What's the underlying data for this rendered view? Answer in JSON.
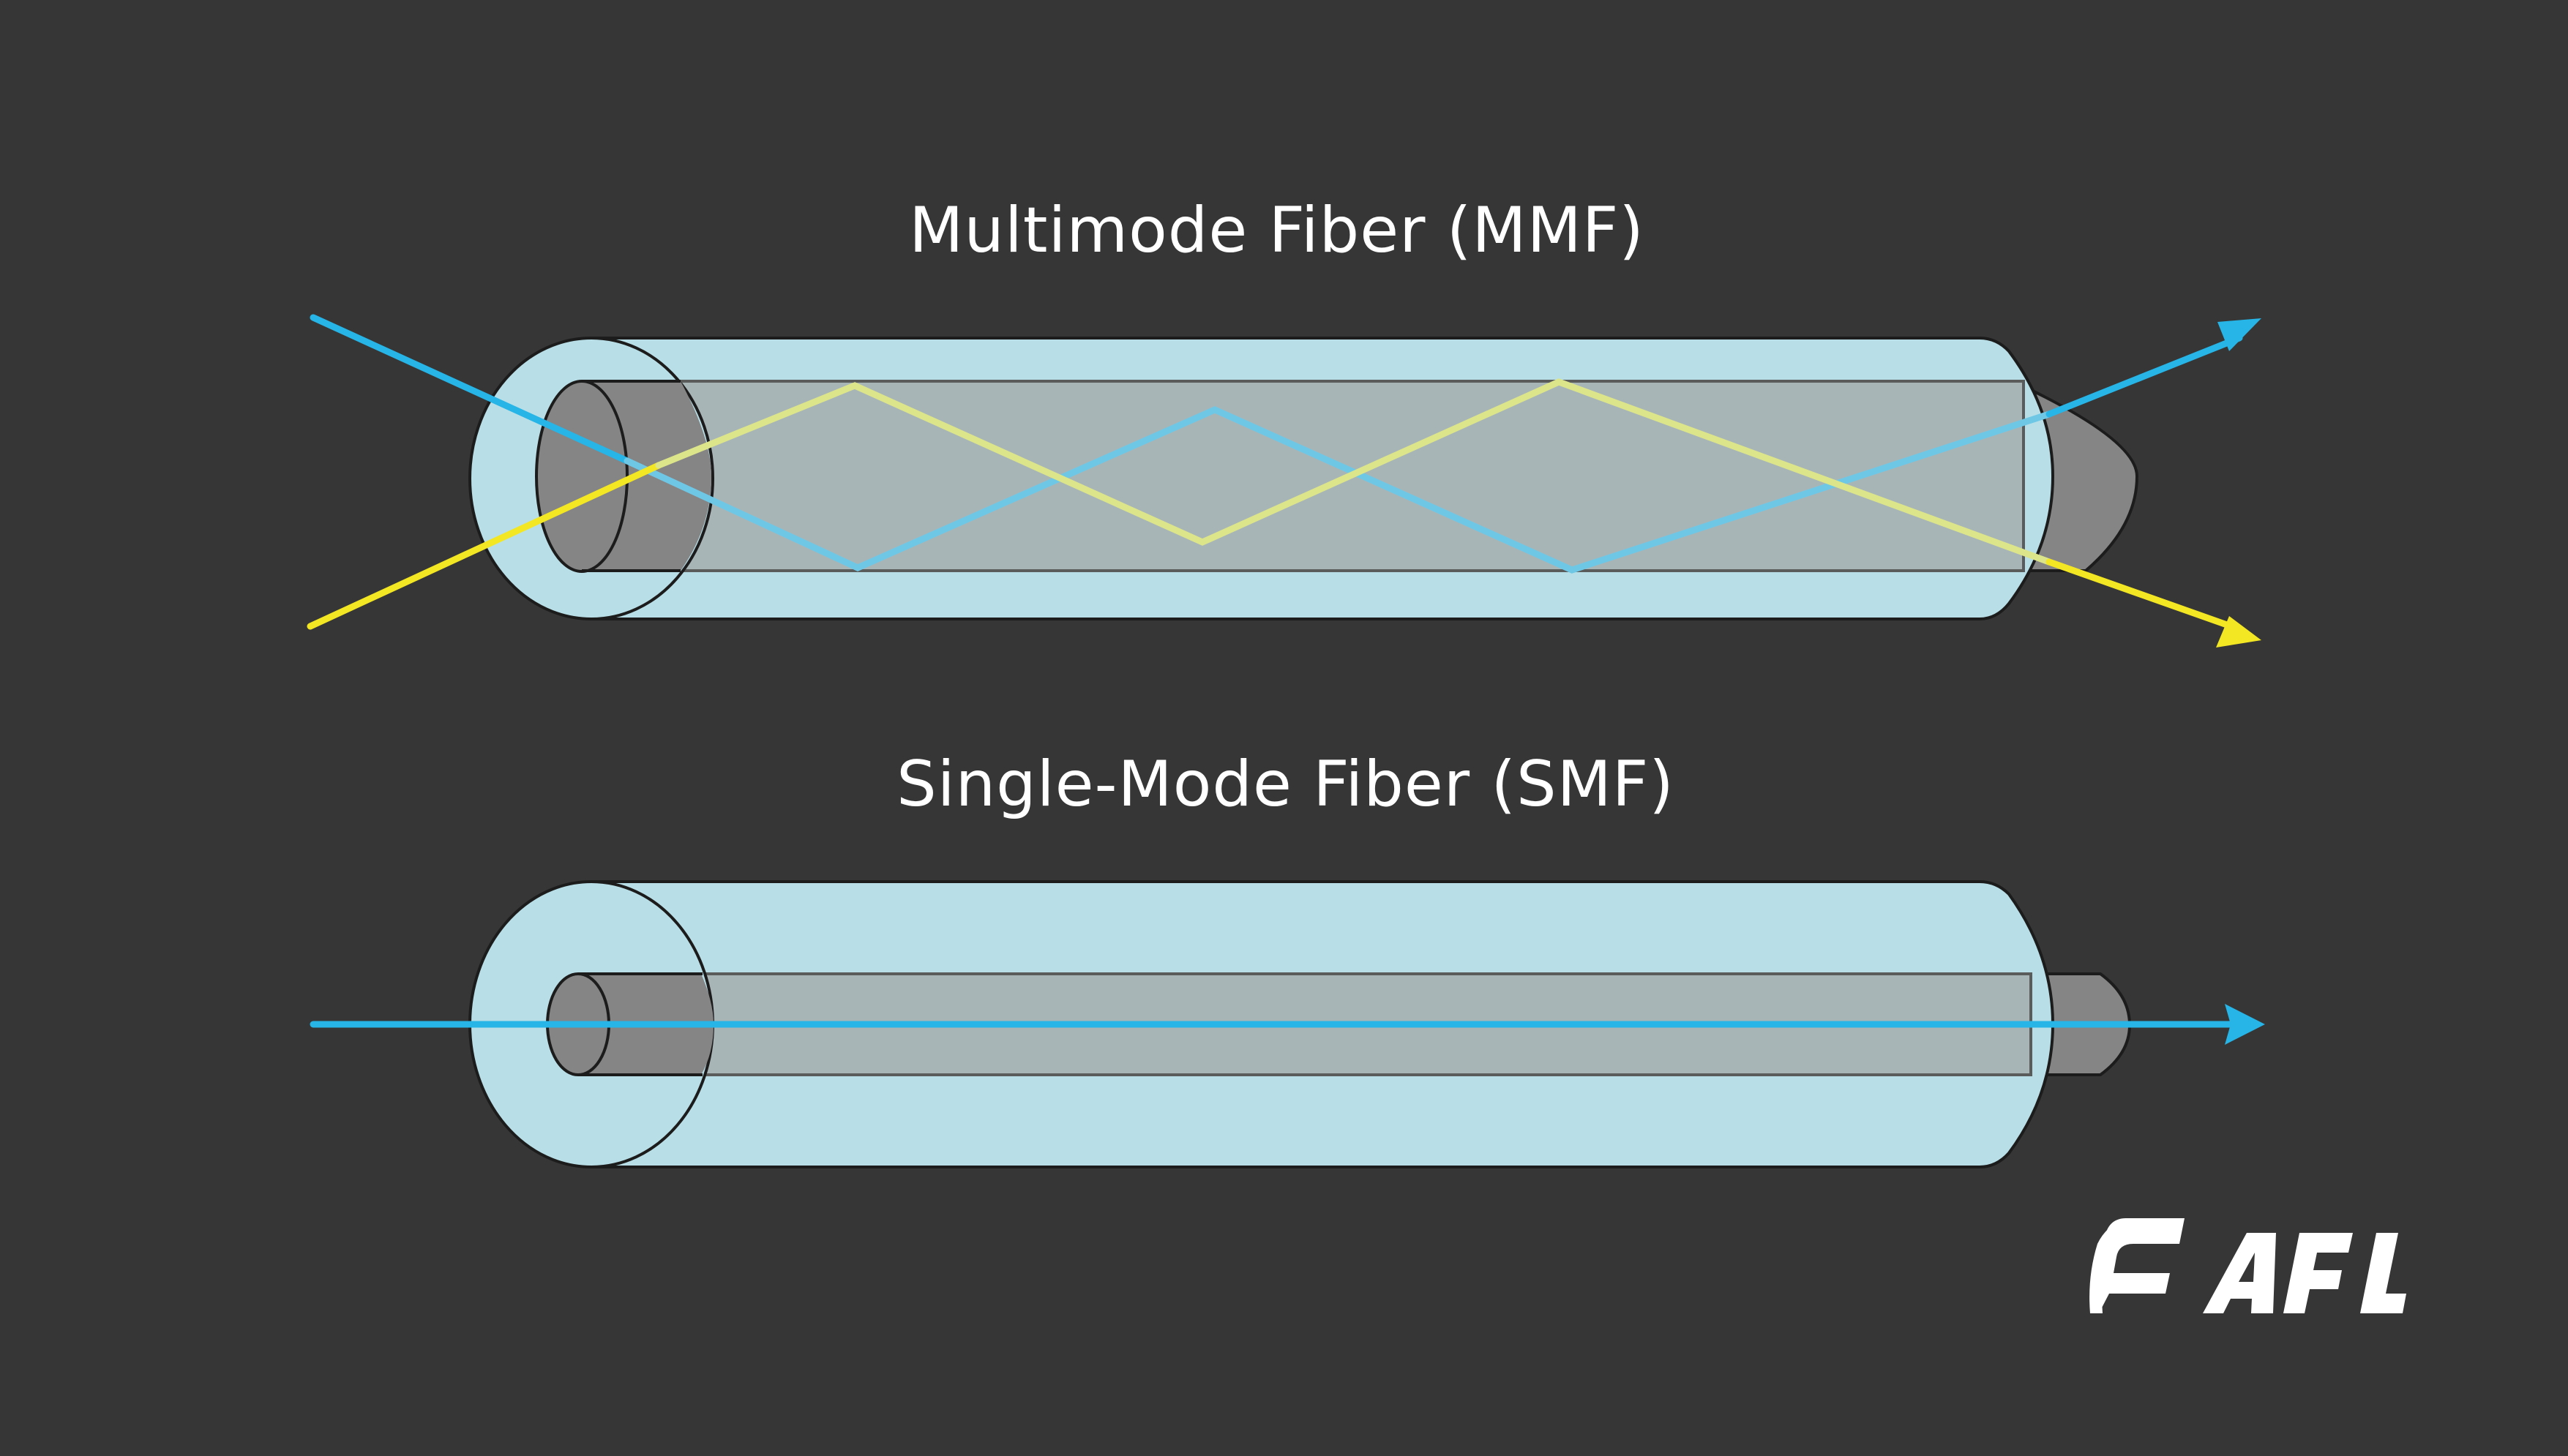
{
  "diagram": {
    "mmf_title": "Multimode Fiber (MMF)",
    "smf_title": "Single-Mode Fiber (SMF)",
    "logo_text": "AFL"
  },
  "colors": {
    "background": "#363636",
    "cladding": "#b8dfe7",
    "core": "#858585",
    "core_through_cladding": "#a8b3b5",
    "ray_blue": "#27b4e6",
    "ray_yellow": "#f3e623",
    "ray_blue_inside": "#6fc7e6",
    "ray_yellow_inside": "#dce58a",
    "logo": "#ffffff"
  },
  "icons": {
    "logo": "afl-logo"
  }
}
